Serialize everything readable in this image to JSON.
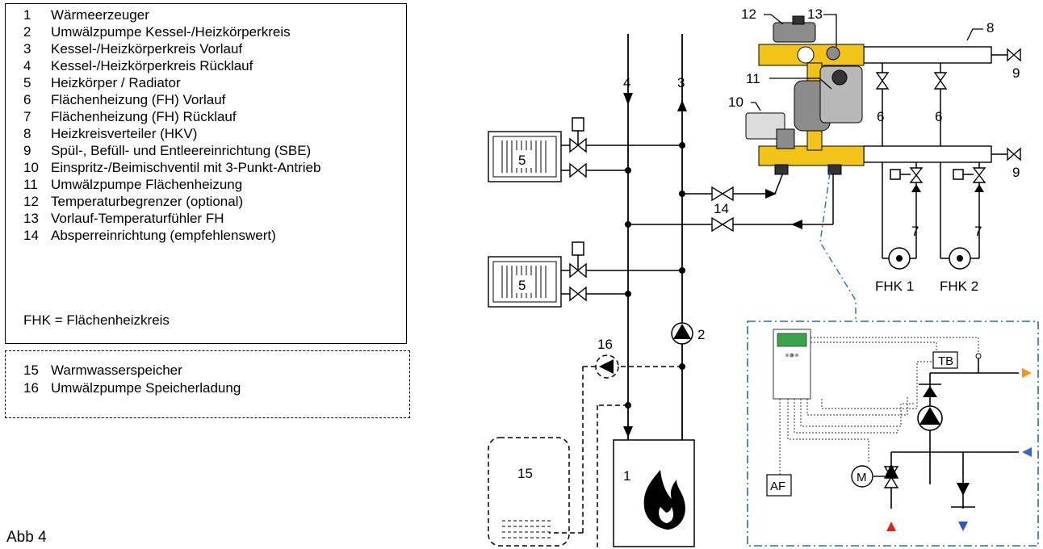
{
  "legend": {
    "items": [
      {
        "num": "1",
        "text": "Wärmeerzeuger"
      },
      {
        "num": "2",
        "text": "Umwälzpumpe Kessel-/Heizkörperkreis"
      },
      {
        "num": "3",
        "text": "Kessel-/Heizkörperkreis Vorlauf"
      },
      {
        "num": "4",
        "text": "Kessel-/Heizkörperkreis Rücklauf"
      },
      {
        "num": "5",
        "text": "Heizkörper / Radiator"
      },
      {
        "num": "6",
        "text": "Flächenheizung (FH) Vorlauf"
      },
      {
        "num": "7",
        "text": "Flächenheizung (FH) Rücklauf"
      },
      {
        "num": "8",
        "text": "Heizkreisverteiler (HKV)"
      },
      {
        "num": "9",
        "text": "Spül-, Befüll- und Entleereinrichtung (SBE)"
      },
      {
        "num": "10",
        "text": "Einspritz-/Beimischventil mit 3-Punkt-Antrieb"
      },
      {
        "num": "11",
        "text": "Umwälzpumpe Flächenheizung"
      },
      {
        "num": "12",
        "text": "Temperaturbegrenzer (optional)"
      },
      {
        "num": "13",
        "text": "Vorlauf-Temperaturfühler FH"
      },
      {
        "num": "14",
        "text": "Absperreinrichtung (empfehlenswert)"
      }
    ],
    "note": "FHK = Flächenheizkreis",
    "optional_items": [
      {
        "num": "15",
        "text": "Warmwasserspeicher"
      },
      {
        "num": "16",
        "text": "Umwälzpumpe Speicherladung"
      }
    ]
  },
  "caption": "Abb 4",
  "diagram": {
    "labels": {
      "n1": "1",
      "n2": "2",
      "n3": "3",
      "n4": "4",
      "n5a": "5",
      "n5b": "5",
      "n6a": "6",
      "n6b": "6",
      "n7a": "7",
      "n7b": "7",
      "n8": "8",
      "n9a": "9",
      "n9b": "9",
      "n10": "10",
      "n11": "11",
      "n12": "12",
      "n13": "13",
      "n14": "14",
      "n15": "15",
      "n16": "16",
      "fhk1": "FHK 1",
      "fhk2": "FHK 2",
      "tb": "TB",
      "af": "AF"
    },
    "colors": {
      "brass": "#f2c417",
      "pump_grey": "#8c8c8c",
      "detail_border": "#1f6fb5",
      "display": "#3aa44a",
      "flow_marker": "#f29421",
      "return_marker": "#3a68c9",
      "red_marker": "#e0201b",
      "blue_marker": "#2a57c7"
    },
    "icons": [
      "flame-icon",
      "pump-icon",
      "valve-icon",
      "motor-icon",
      "controller-icon"
    ]
  }
}
